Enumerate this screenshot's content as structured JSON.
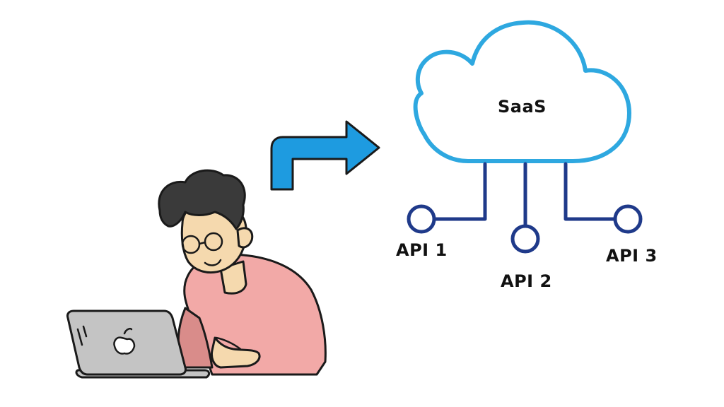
{
  "diagram": {
    "cloud": {
      "label": "SaaS"
    },
    "apis": [
      {
        "label": "API 1"
      },
      {
        "label": "API 2"
      },
      {
        "label": "API 3"
      }
    ]
  },
  "colors": {
    "cloud_stroke": "#2ea8e0",
    "arrow_fill": "#1e9be0",
    "connector": "#1f3a8a",
    "outline": "#1a1a1a",
    "sweater": "#f2a9a7",
    "sweater_shadow": "#d98c8a",
    "skin": "#f5d9ae",
    "hair": "#3a3a3a",
    "laptop": "#c4c4c4"
  },
  "icons": [
    "cloud-icon",
    "arrow-icon",
    "person-with-laptop-icon",
    "api-node-icon"
  ]
}
